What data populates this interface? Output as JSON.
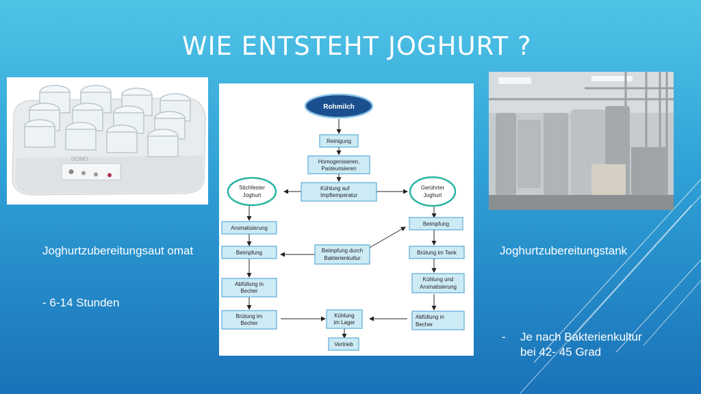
{
  "slide": {
    "title": "WIE ENTSTEHT JOGHURT ?",
    "left_caption": "Joghurtzubereitungsaut omat",
    "left_detail": "- 6-14 Stunden",
    "right_caption": "Joghurtzubereitungstank",
    "right_bullet_dash": "-",
    "right_bullet_line1": "Je nach Bakterienkultur",
    "right_bullet_line2": "bei 42- 45 Grad"
  },
  "yogurt_maker": {
    "brand": "DOMO"
  },
  "flowchart": {
    "rohmilch": "Rohmilch",
    "reinigung": "Reinigung",
    "homog_1": "Homogenisieren,",
    "homog_2": "Pasteurisieren",
    "kuehl_1": "Kühlung auf",
    "kuehl_2": "Impftemperatur",
    "stich_1": "Stichfester",
    "stich_2": "Joghurt",
    "ger_1": "Gerührter",
    "ger_2": "Joghurt",
    "aromatisierung": "Aromatisierung",
    "beimpfung_left": "Beimpfung",
    "beimpfung_right": "Beimpfung",
    "beimpfung_mid_1": "Beimpfung durch",
    "beimpfung_mid_2": "Bakterienkultur",
    "abf_l_1": "Abfüllung in",
    "abf_l_2": "Becher",
    "bruet_tank": "Brütung im Tank",
    "kuehl_arom_1": "Kühlung und",
    "kuehl_arom_2": "Aromatisierung",
    "bruet_b_1": "Brütung im",
    "bruet_b_2": "Becher",
    "lager_1": "Kühlung",
    "lager_2": "im Lager",
    "abf_r_1": "Abfüllung in",
    "abf_r_2": "Becher",
    "vertrieb": "Vertrieb"
  },
  "colors": {
    "box_fill": "#cdebf5",
    "box_stroke": "#5aa9d6",
    "oval_fill": "#1c4f8f",
    "circle_stroke": "#28b4a0"
  }
}
